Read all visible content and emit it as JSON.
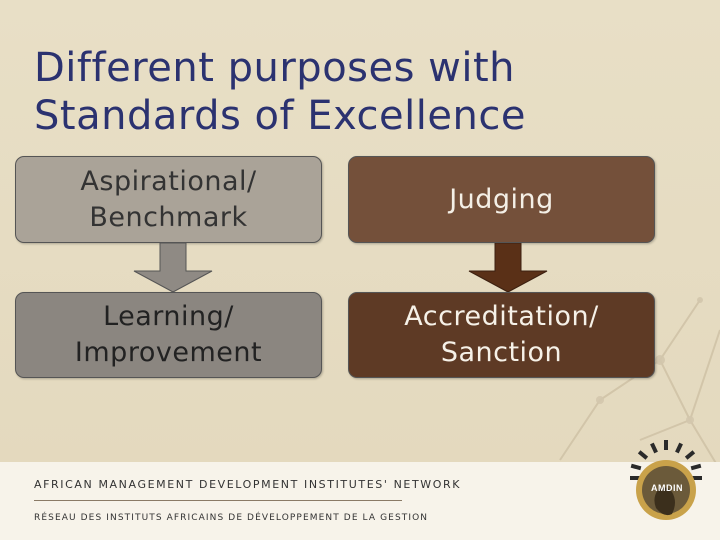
{
  "title": {
    "line1": "Different purposes with",
    "line2": "Standards of Excellence"
  },
  "boxes": {
    "aspirational": {
      "line1": "Aspirational/",
      "line2": "Benchmark"
    },
    "learning": {
      "line1": "Learning/",
      "line2": "Improvement"
    },
    "judging": {
      "line1": "Judging"
    },
    "accreditation": {
      "line1": "Accreditation/",
      "line2": "Sanction"
    }
  },
  "footer": {
    "line1": "AFRICAN MANAGEMENT DEVELOPMENT INSTITUTES' NETWORK",
    "line2": "RÉSEAU DES INSTITUTS AFRICAINS DE DÉVELOPPEMENT DE LA GESTION",
    "logo_text": "AMDIN"
  },
  "colors": {
    "title": "#2b3270",
    "grey_box_top": "#aaa398",
    "grey_box_bottom": "#8b8680",
    "brown_box_top": "#74503a",
    "brown_box_bottom": "#5e3a25"
  }
}
